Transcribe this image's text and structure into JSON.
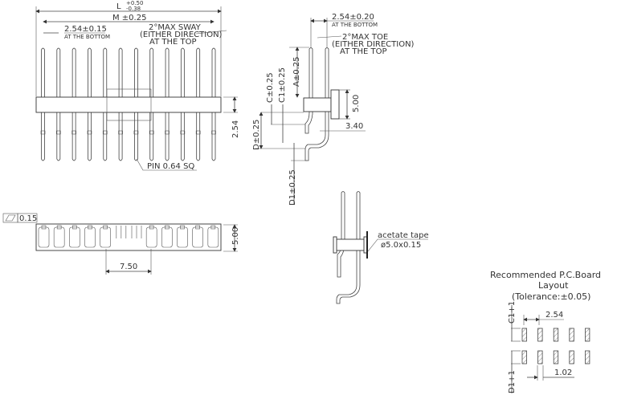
{
  "front_view": {
    "dim_L": "L",
    "dim_L_tol_plus": "+0.50",
    "dim_L_tol_minus": "-0.38",
    "dim_M": "M  ±0.25",
    "pitch": "2.54±0.15",
    "pitch_note": "AT THE BOTTOM",
    "sway_1": "2°MAX  SWAY",
    "sway_2": "(EITHER  DIRECTION)",
    "sway_3": "AT THE TOP",
    "height_dim": "2.54",
    "pin_note": "PIN  0.64  SQ",
    "pin_count": 12
  },
  "side_view": {
    "pitch": "2.54±0.20",
    "pitch_note": "AT THE BOTTOM",
    "toe_1": "2°MAX  TOE",
    "toe_2": "(EITHER  DIRECTION)",
    "toe_3": "AT THE TOP",
    "dim_A": "A±0.25",
    "dim_C": "C±0.25",
    "dim_C1": "C1±0.25",
    "dim_D": "D±0.25",
    "dim_D1": "D1±0.25",
    "dim_body": "5.00",
    "dim_offset": "3.40"
  },
  "bottom_view": {
    "flatness": "0.15",
    "height_dim": "5.00",
    "gap_dim": "7.50"
  },
  "tape_view": {
    "tape_label": "acetate  tape",
    "tape_size": "ø5.0x0.15"
  },
  "pcb_layout": {
    "title_1": "Recommended  P.C.Board",
    "title_2": "Layout",
    "title_3": "(Tolerance:±0.05)",
    "pitch": "2.54",
    "pad_width": "1.02",
    "row1_dim": "C1+1",
    "row2_dim": "D1+1",
    "pads_per_row": 5
  }
}
